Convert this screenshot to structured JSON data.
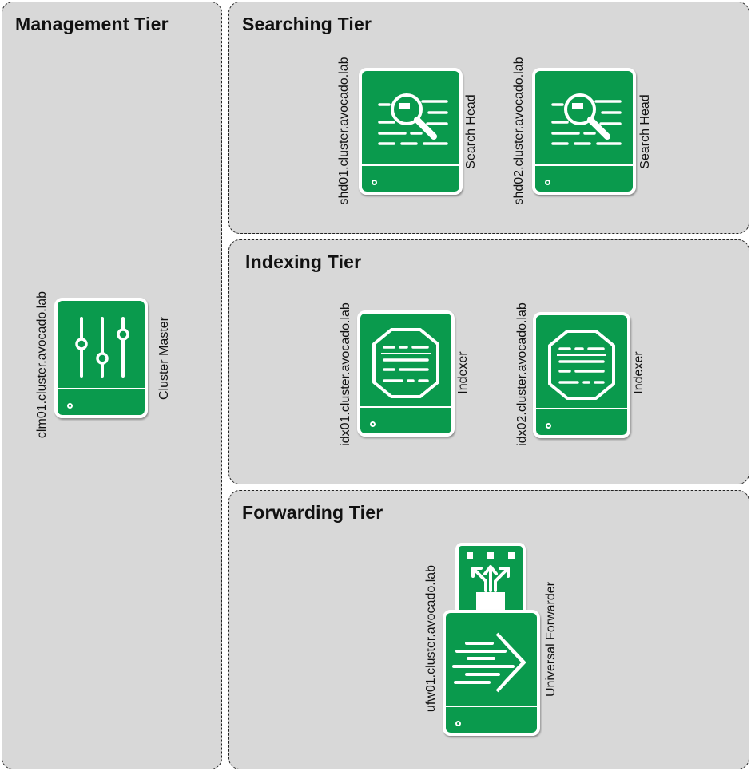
{
  "tiers": {
    "management": {
      "title": "Management Tier"
    },
    "searching": {
      "title": "Searching Tier"
    },
    "indexing": {
      "title": "Indexing Tier"
    },
    "forwarding": {
      "title": "Forwarding Tier"
    }
  },
  "nodes": {
    "cluster_master": {
      "hostname": "clm01.cluster.avocado.lab",
      "role": "Cluster Master",
      "icon": "sliders-icon"
    },
    "search_head_1": {
      "hostname": "shd01.cluster.avocado.lab",
      "role": "Search Head",
      "icon": "search-icon"
    },
    "search_head_2": {
      "hostname": "shd02.cluster.avocado.lab",
      "role": "Search Head",
      "icon": "search-icon"
    },
    "indexer_1": {
      "hostname": "idx01.cluster.avocado.lab",
      "role": "Indexer",
      "icon": "index-icon"
    },
    "indexer_2": {
      "hostname": "idx02.cluster.avocado.lab",
      "role": "Indexer",
      "icon": "index-icon"
    },
    "forwarder": {
      "hostname": "ufw01.cluster.avocado.lab",
      "role": "Universal Forwarder",
      "icon": "forward-icon"
    }
  },
  "colors": {
    "device": "#0a9a4d",
    "panel": "#d8d8d8"
  }
}
